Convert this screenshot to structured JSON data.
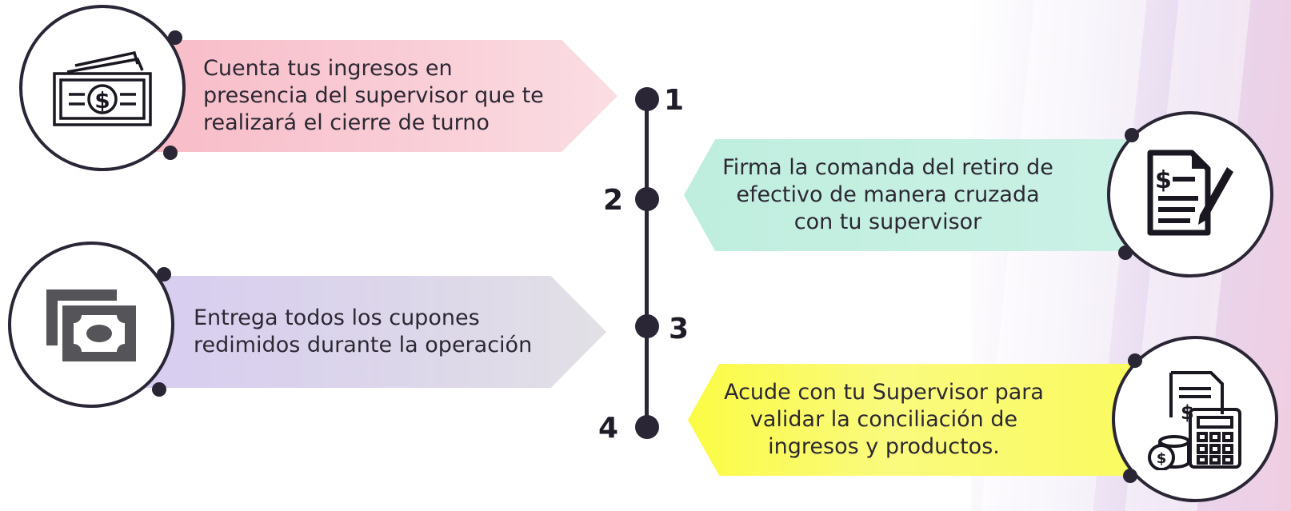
{
  "steps": [
    {
      "number": "1",
      "text": "Cuenta tus ingresos en presencia del supervisor que te realizará el cierre de turno",
      "icon": "money-bill-icon",
      "color": "#f8c4cf"
    },
    {
      "number": "2",
      "text": "Firma la comanda del retiro de efectivo de manera cruzada con tu supervisor",
      "icon": "signed-invoice-icon",
      "color": "#c6f0e3"
    },
    {
      "number": "3",
      "text": "Entrega todos los cupones redimidos durante la operación",
      "icon": "cash-stack-icon",
      "color": "#d9d0ee"
    },
    {
      "number": "4",
      "text": "Acude con tu Supervisor para validar la conciliación de ingresos y productos.",
      "icon": "calculator-coins-icon",
      "color": "#fafa5c"
    }
  ],
  "colors": {
    "line": "#2b2635",
    "text": "#2c2833"
  }
}
